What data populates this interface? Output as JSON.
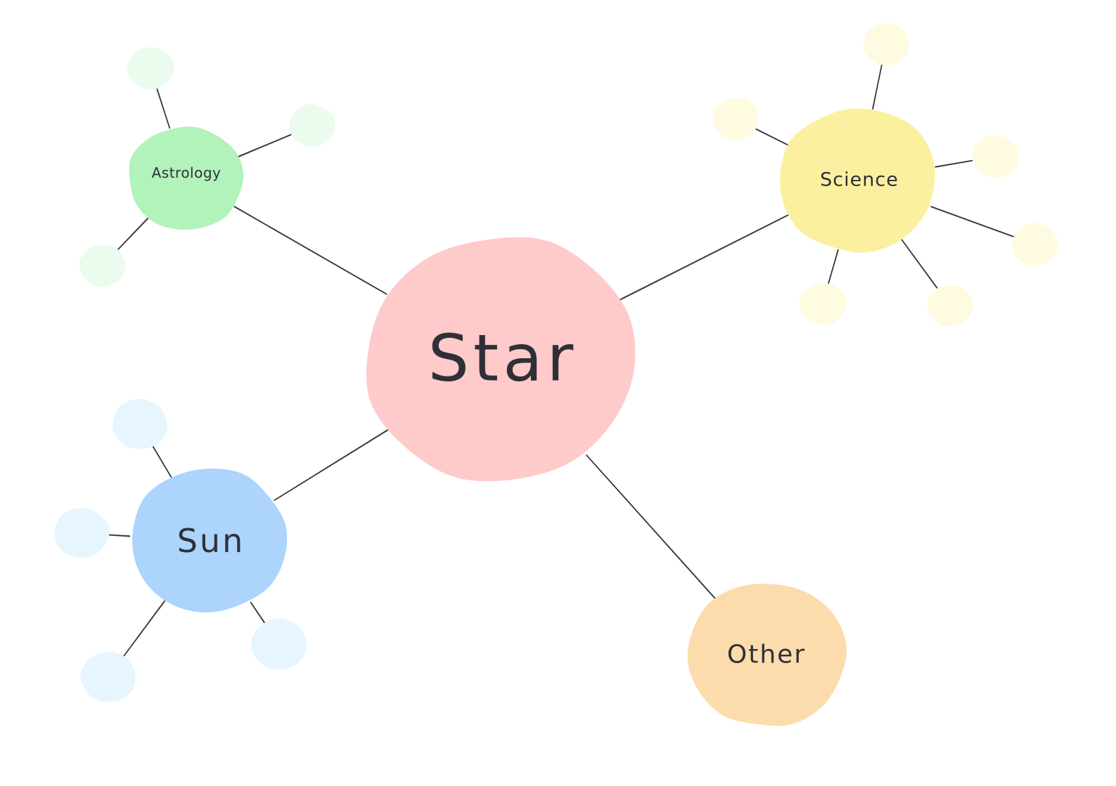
{
  "diagram": {
    "type": "mind-map",
    "central": {
      "id": "star",
      "label": "Star",
      "color": "#FFCACA"
    },
    "branches": [
      {
        "id": "astrology",
        "label": "Astrology",
        "color": "#B2F2BB",
        "leaf_color": "#EBFBEE",
        "leaf_count": 3
      },
      {
        "id": "science",
        "label": "Science",
        "color": "#FAF0A0",
        "leaf_color": "#FFFBE0",
        "leaf_count": 6
      },
      {
        "id": "sun",
        "label": "Sun",
        "color": "#ACD4FC",
        "leaf_color": "#E7F5FF",
        "leaf_count": 4
      },
      {
        "id": "other",
        "label": "Other",
        "color": "#FCDCAC",
        "leaf_color": "#FFF4E6",
        "leaf_count": 0
      }
    ],
    "edge_color": "#2B2B2F",
    "text_color": "#2F3037"
  }
}
